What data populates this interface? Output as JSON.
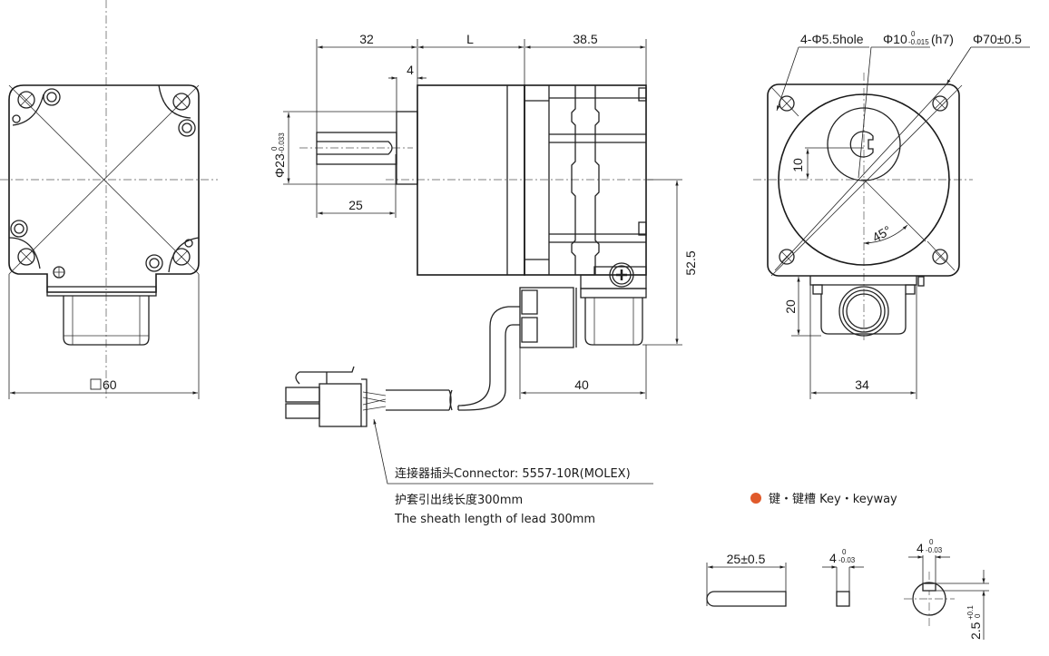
{
  "front_view": {
    "square_label": "60"
  },
  "side_view": {
    "dims": {
      "shaft_length": "32",
      "body_length": "L",
      "rear_length": "38.5",
      "flange": "4",
      "key_length": "25",
      "shaft_dia_main": "Φ23",
      "shaft_dia_upper": "0",
      "shaft_dia_lower": "-0.033",
      "height_to_connector": "52.5",
      "connector_width": "40"
    },
    "connector_note": "连接器插头Connector: 5557-10R(MOLEX)",
    "lead_note_cn": "护套引出线长度300mm",
    "lead_note_en": "The sheath length of lead 300mm"
  },
  "rear_view": {
    "holes_label": "4-Φ5.5hole",
    "shaft_label_main": "Φ10",
    "shaft_label_upper": "0",
    "shaft_label_lower": "-0.015",
    "shaft_label_fit": "(h7)",
    "pcd_label": "Φ70±0.5",
    "offset_label": "10",
    "angle_label": "45°",
    "connector_height": "20",
    "connector_width": "34"
  },
  "key_section": {
    "title": "键・键槽 Key・keyway",
    "bullet_color": "#e05a2b",
    "key_length": "25±0.5",
    "key_width_main": "4",
    "key_width_upper": "0",
    "key_width_lower": "-0.03",
    "slot_width_main": "4",
    "slot_width_upper": "0",
    "slot_width_lower": "-0.03",
    "slot_depth_main": "2.5",
    "slot_depth_upper": "+0.1",
    "slot_depth_lower": "0"
  }
}
